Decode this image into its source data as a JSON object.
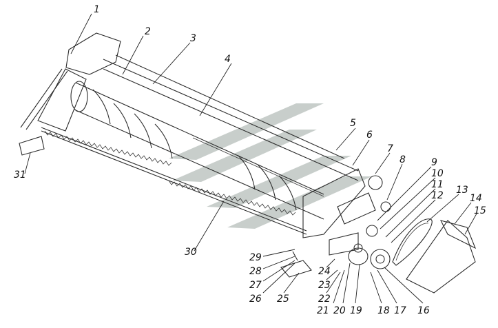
{
  "diagram": {
    "labels": [
      "1",
      "2",
      "3",
      "4",
      "5",
      "6",
      "7",
      "8",
      "9",
      "10",
      "11",
      "12",
      "13",
      "14",
      "15",
      "16",
      "17",
      "18",
      "19",
      "20",
      "21",
      "22",
      "23",
      "24",
      "25",
      "26",
      "27",
      "28",
      "29",
      "30",
      "31"
    ]
  },
  "colors": {
    "line": "#2b2b2b",
    "watermark": "#9aa6a1",
    "background": "#ffffff"
  }
}
